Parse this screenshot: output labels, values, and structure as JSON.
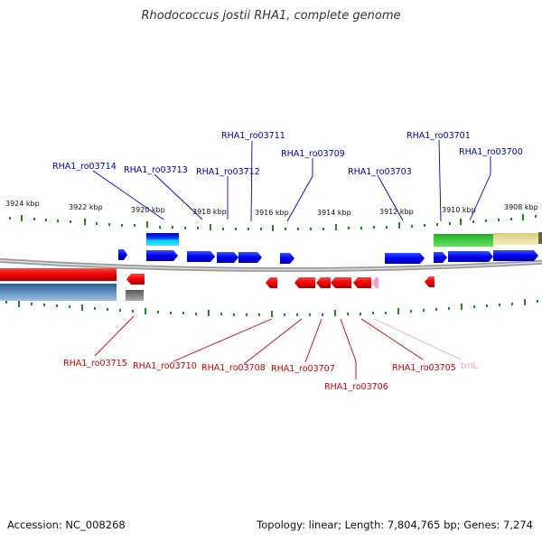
{
  "title": "Rhodococcus jostii RHA1, complete genome",
  "footer": {
    "accession": "Accession: NC_008268",
    "summary": "Topology: linear; Length: 7,804,765 bp; Genes: 7,274"
  },
  "colors": {
    "forward_gene": "#0000dd",
    "reverse_gene": "#ee0000",
    "trna": "#ff99cc",
    "tick": "#228822",
    "forward_label": "#0000aa",
    "reverse_label": "#cc0000"
  },
  "scale_labels": [
    "3924 kbp",
    "3922 kbp",
    "3920 kbp",
    "3918 kbp",
    "3916 kbp",
    "3914 kbp",
    "3912 kbp",
    "3910 kbp",
    "3908 kbp"
  ],
  "forward_genes": [
    {
      "label": "RHA1_ro03714"
    },
    {
      "label": "RHA1_ro03713"
    },
    {
      "label": "RHA1_ro03712"
    },
    {
      "label": "RHA1_ro03711"
    },
    {
      "label": "RHA1_ro03709"
    },
    {
      "label": "RHA1_ro03703"
    },
    {
      "label": "RHA1_ro03701"
    },
    {
      "label": "RHA1_ro03700"
    }
  ],
  "reverse_genes": [
    {
      "label": "RHA1_ro03715"
    },
    {
      "label": "RHA1_ro03710"
    },
    {
      "label": "RHA1_ro03708"
    },
    {
      "label": "RHA1_ro03707"
    },
    {
      "label": "RHA1_ro03706"
    },
    {
      "label": "RHA1_ro03705"
    },
    {
      "label": "trnL"
    }
  ]
}
